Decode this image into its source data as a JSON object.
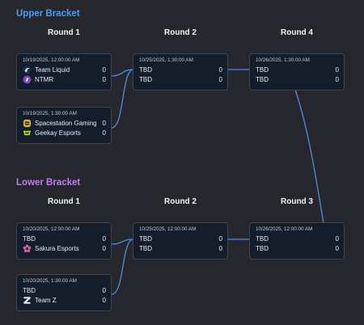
{
  "upper": {
    "title": "Upper Bracket",
    "title_color": "#4a9df5",
    "rounds": [
      "Round 1",
      "Round 2",
      "Round 4"
    ],
    "matches": [
      {
        "id": "u-r1-m1",
        "time": "10/19/2025, 12:00:00 AM",
        "teams": [
          {
            "name": "Team Liquid",
            "score": "0",
            "logo": "team-liquid-logo"
          },
          {
            "name": "NTMR",
            "score": "0",
            "logo": "ntmr-logo"
          }
        ]
      },
      {
        "id": "u-r1-m2",
        "time": "10/19/2025, 1:30:00 AM",
        "teams": [
          {
            "name": "Spacestation Gaming",
            "score": "0",
            "logo": "spacestation-logo"
          },
          {
            "name": "Geekay Esports",
            "score": "0",
            "logo": "geekay-logo"
          }
        ]
      },
      {
        "id": "u-r2-m1",
        "time": "10/25/2025, 1:30:00 AM",
        "teams": [
          {
            "name": "TBD",
            "score": "0"
          },
          {
            "name": "TBD",
            "score": "0"
          }
        ]
      },
      {
        "id": "u-r4-m1",
        "time": "10/26/2025, 1:30:00 AM",
        "teams": [
          {
            "name": "TBD",
            "score": "0"
          },
          {
            "name": "TBD",
            "score": "0"
          }
        ]
      }
    ]
  },
  "lower": {
    "title": "Lower Bracket",
    "title_color": "#c07cf0",
    "rounds": [
      "Round 1",
      "Round 2",
      "Round 3"
    ],
    "matches": [
      {
        "id": "l-r1-m1",
        "time": "10/20/2025, 12:00:00 AM",
        "teams": [
          {
            "name": "TBD",
            "score": "0"
          },
          {
            "name": "Sakura Esports",
            "score": "0",
            "logo": "sakura-logo"
          }
        ]
      },
      {
        "id": "l-r1-m2",
        "time": "10/20/2025, 1:30:00 AM",
        "teams": [
          {
            "name": "TBD",
            "score": "0"
          },
          {
            "name": "Team Z",
            "score": "0",
            "logo": "team-z-logo"
          }
        ]
      },
      {
        "id": "l-r2-m1",
        "time": "10/25/2025, 12:00:00 AM",
        "teams": [
          {
            "name": "TBD",
            "score": "0"
          },
          {
            "name": "TBD",
            "score": "0"
          }
        ]
      },
      {
        "id": "l-r3-m1",
        "time": "10/26/2025, 12:00:00 AM",
        "teams": [
          {
            "name": "TBD",
            "score": "0"
          },
          {
            "name": "TBD",
            "score": "0"
          }
        ]
      }
    ]
  },
  "colors": {
    "background": "#25272c",
    "card": "#141d2a",
    "card_border": "#3a4556",
    "connector": "#4a8ee8"
  }
}
